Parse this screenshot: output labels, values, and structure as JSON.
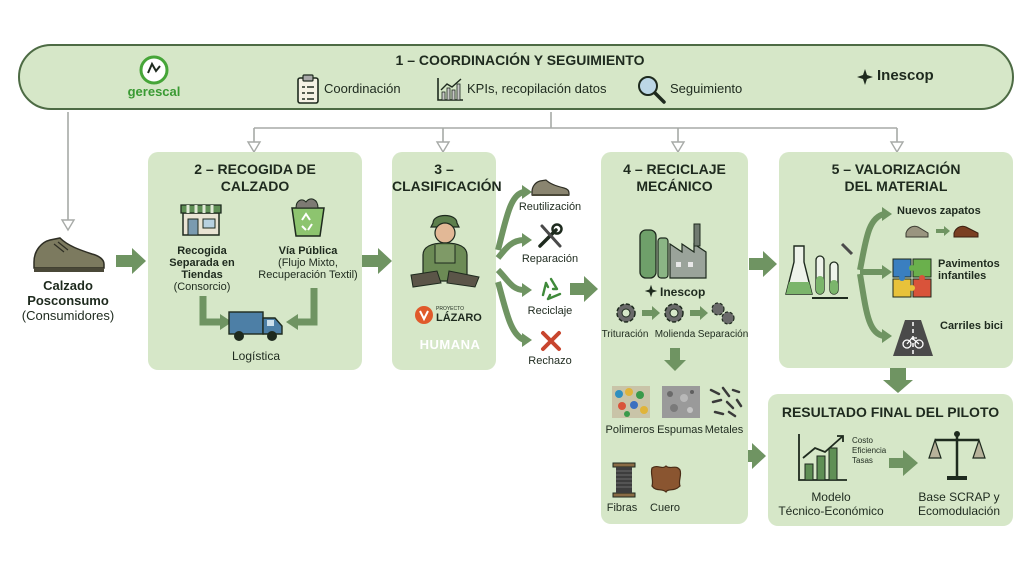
{
  "coordination": {
    "title": "1 – COORDINACIÓN Y SEGUIMIENTO",
    "logo_left": "gerescal",
    "logo_right": "Inescop",
    "items": [
      {
        "label": "Coordinación",
        "icon": "clipboard-icon"
      },
      {
        "label": "KPIs, recopilación datos",
        "icon": "bar-chart-icon"
      },
      {
        "label": "Seguimiento",
        "icon": "magnifier-icon"
      }
    ]
  },
  "source": {
    "title_line1": "Calzado",
    "title_line2": "Posconsumo",
    "subtitle": "(Consumidores)"
  },
  "collection": {
    "title_line1": "2 – RECOGIDA DE",
    "title_line2": "CALZADO",
    "store_line1": "Recogida",
    "store_line2": "Separada en",
    "store_line3": "Tiendas",
    "store_line4": "(Consorcio)",
    "street_line1": "Vía Pública",
    "street_line2": "(Flujo Mixto,",
    "street_line3": "Recuperación Textil)",
    "logistics": "Logística"
  },
  "classification": {
    "title_line1": "3 –",
    "title_line2": "CLASIFICACIÓN",
    "logo1": "LÁZARO",
    "logo1_small": "PROYECTO",
    "logo2": "HUMANA",
    "outputs": [
      "Reutilización",
      "Reparación",
      "Reciclaje",
      "Rechazo"
    ]
  },
  "recycling": {
    "title_line1": "4 – RECICLAJE",
    "title_line2": "MECÁNICO",
    "logo": "Inescop",
    "steps": [
      "Trituración",
      "Molienda",
      "Separación"
    ],
    "materials": [
      "Polimeros",
      "Espumas",
      "Metales",
      "Fibras",
      "Cuero"
    ]
  },
  "valorization": {
    "title_line1": "5 – VALORIZACIÓN",
    "title_line2": "DEL MATERIAL",
    "products": [
      {
        "line1": "Nuevos zapatos",
        "line2": ""
      },
      {
        "line1": "Pavimentos",
        "line2": "infantiles"
      },
      {
        "line1": "Carriles bici",
        "line2": ""
      }
    ]
  },
  "result": {
    "title": "RESULTADO FINAL DEL PILOTO",
    "chart_notes": [
      "Costo",
      "Eficiencia",
      "Tasas"
    ],
    "model_line1": "Modelo",
    "model_line2": "Técnico-Económico",
    "base_line1": "Base SCRAP y",
    "base_line2": "Ecomodulación"
  },
  "colors": {
    "panel": "#d6e7c8",
    "border": "#4d6b44",
    "arrow": "#6f9462",
    "connector": "#a7aaa7",
    "dark_green": "#3f6b35"
  }
}
